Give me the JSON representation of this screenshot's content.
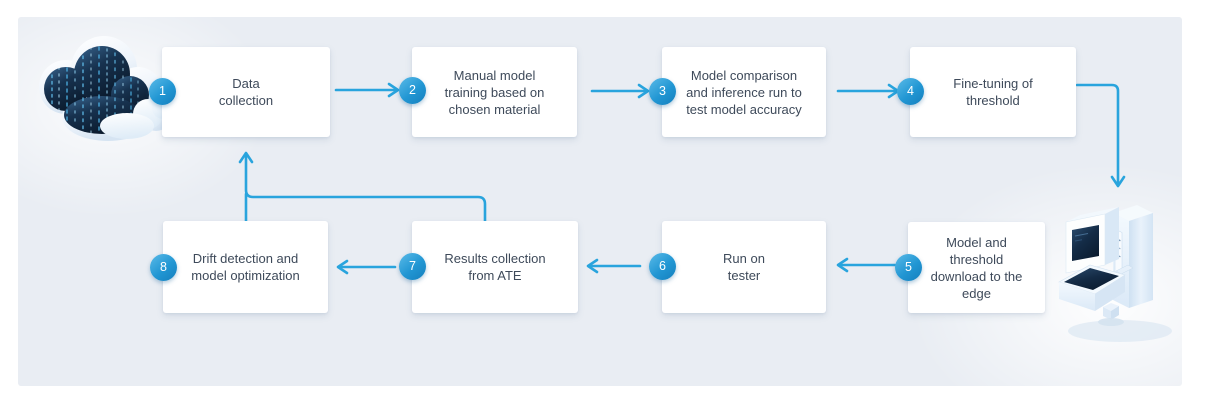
{
  "diagram": {
    "steps": [
      {
        "num": "1",
        "label": "Data\ncollection"
      },
      {
        "num": "2",
        "label": "Manual model\ntraining based on\nchosen material"
      },
      {
        "num": "3",
        "label": "Model comparison\nand inference run to\ntest model accuracy"
      },
      {
        "num": "4",
        "label": "Fine-tuning of\nthreshold"
      },
      {
        "num": "5",
        "label": "Model and\nthreshold\ndownload to the\nedge"
      },
      {
        "num": "6",
        "label": "Run on\ntester"
      },
      {
        "num": "7",
        "label": "Results collection\nfrom ATE"
      },
      {
        "num": "8",
        "label": "Drift detection and\nmodel optimization"
      }
    ],
    "connections": [
      {
        "from": "1",
        "to": "2"
      },
      {
        "from": "2",
        "to": "3"
      },
      {
        "from": "3",
        "to": "4"
      },
      {
        "from": "4",
        "to": "5"
      },
      {
        "from": "5",
        "to": "6"
      },
      {
        "from": "6",
        "to": "7"
      },
      {
        "from": "7",
        "to": "8"
      },
      {
        "from": "8",
        "to": "1"
      }
    ],
    "icons": [
      {
        "name": "cloud-data-icon"
      },
      {
        "name": "ate-tester-icon"
      }
    ],
    "colors": {
      "panel_bg": "#e9edf3",
      "box_bg": "#ffffff",
      "arrow": "#29a4dd",
      "badge": "#2196d3",
      "text": "#3e4a5a"
    }
  }
}
